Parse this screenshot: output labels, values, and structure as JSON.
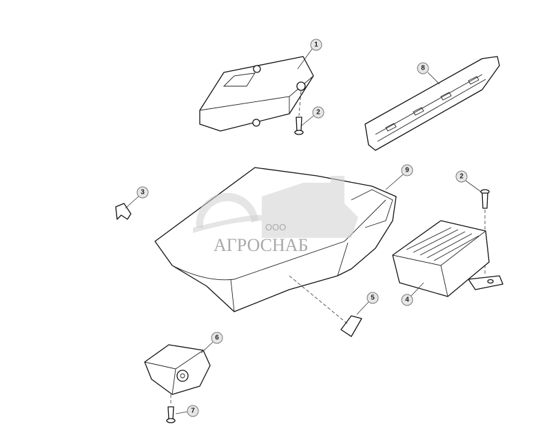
{
  "diagram": {
    "callouts": [
      {
        "id": "callout-1",
        "label": "1"
      },
      {
        "id": "callout-2a",
        "label": "2"
      },
      {
        "id": "callout-8",
        "label": "8"
      },
      {
        "id": "callout-9",
        "label": "9"
      },
      {
        "id": "callout-2b",
        "label": "2"
      },
      {
        "id": "callout-3",
        "label": "3"
      },
      {
        "id": "callout-4",
        "label": "4"
      },
      {
        "id": "callout-5",
        "label": "5"
      },
      {
        "id": "callout-6",
        "label": "6"
      },
      {
        "id": "callout-7",
        "label": "7"
      }
    ]
  },
  "watermark": {
    "prefix": "ООО",
    "name": "АГРОСНАБ"
  }
}
